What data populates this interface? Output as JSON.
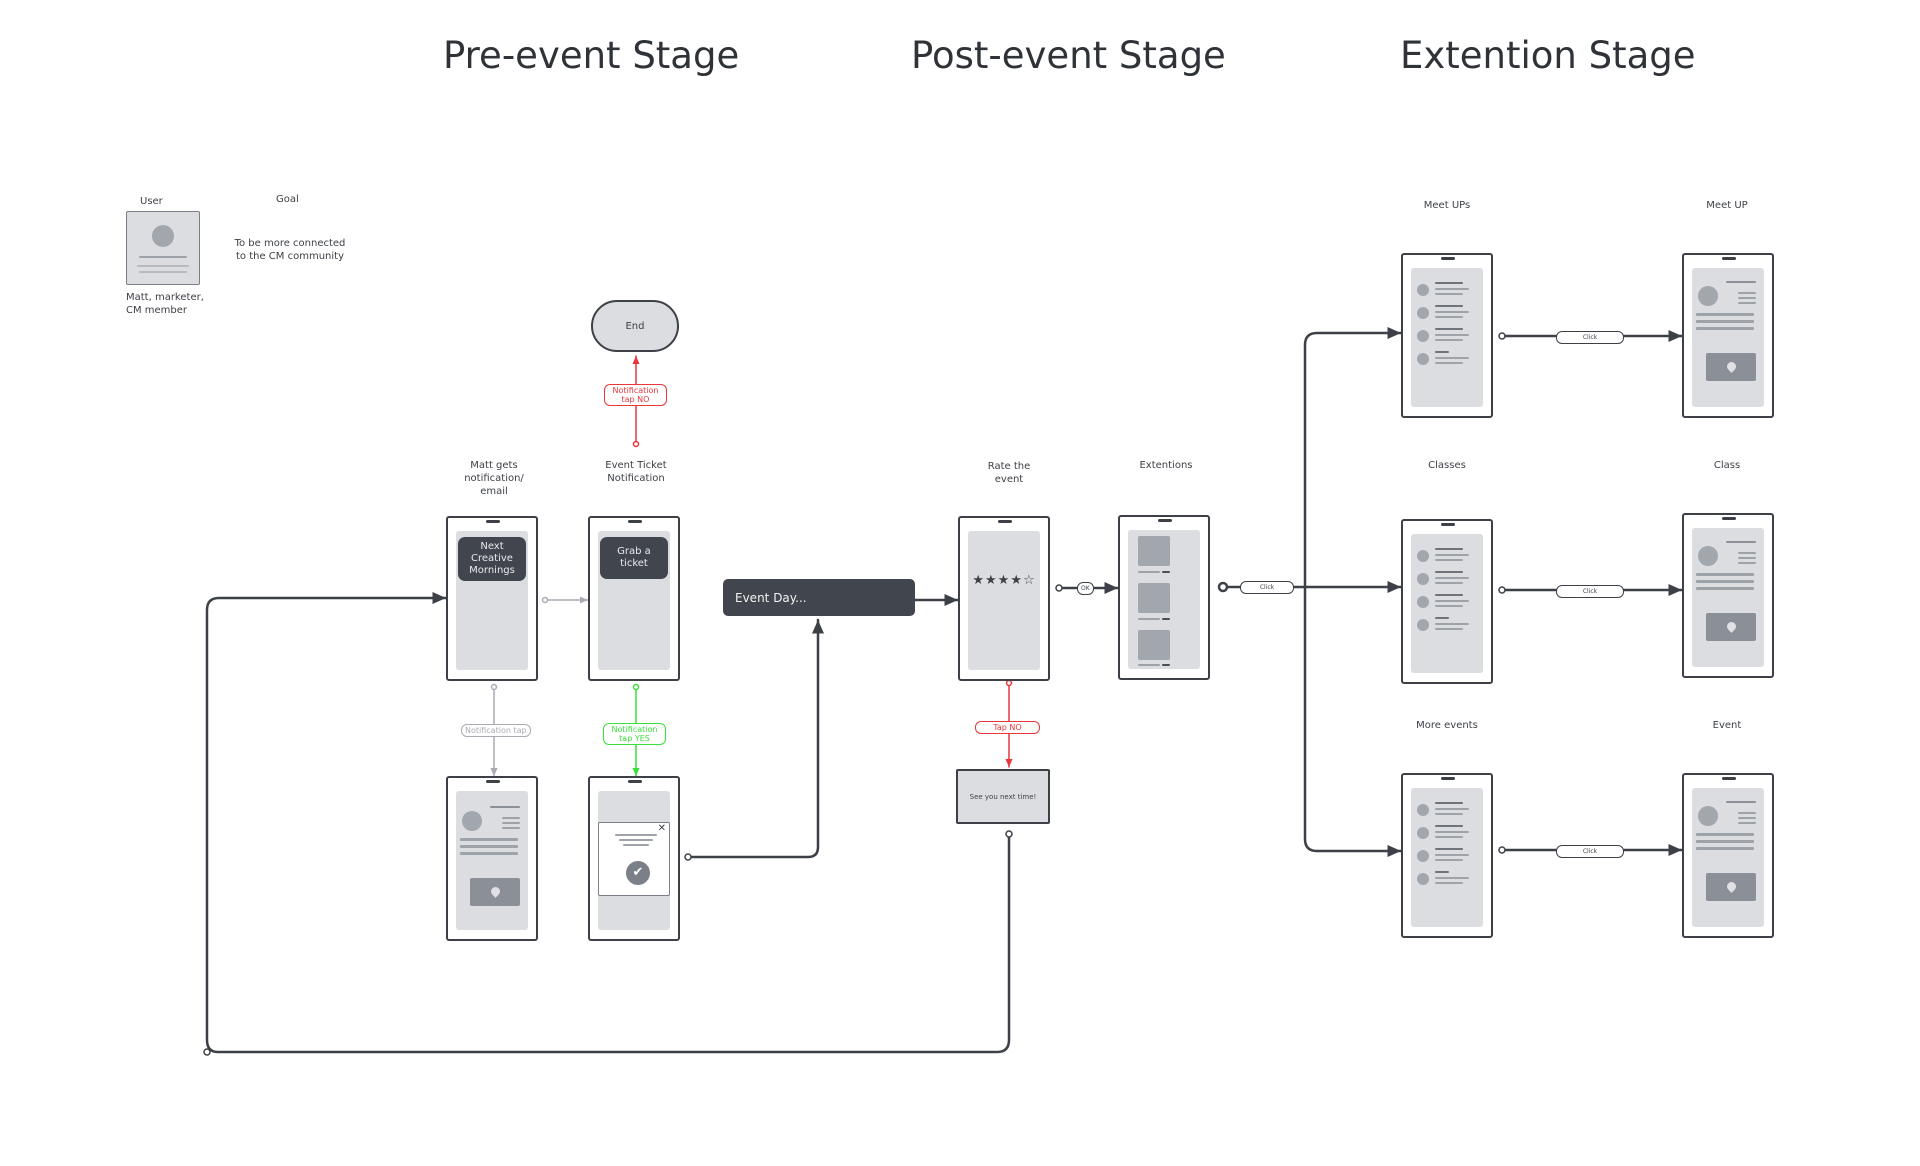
{
  "stages": {
    "pre_event": "Pre-event Stage",
    "post_event": "Post-event Stage",
    "extension": "Extention Stage"
  },
  "persona": {
    "user_label": "User",
    "goal_label": "Goal",
    "goal_text": "To be more connected to the CM community",
    "user_desc": "Matt, marketer, CM member"
  },
  "nodes": {
    "end": "End",
    "matt_gets": "Matt gets notification/ email",
    "ticket_notification": "Event Ticket Notification",
    "next_cm_button": "Next Creative Mornings",
    "grab_ticket_button": "Grab a ticket",
    "event_day": "Event Day...",
    "rate_event": "Rate the event",
    "extentions": "Extentions",
    "see_you": "See you next time!",
    "meet_ups": "Meet UPs",
    "meet_up": "Meet UP",
    "classes": "Classes",
    "class": "Class",
    "more_events": "More events",
    "event": "Event"
  },
  "connectors": {
    "notification_tap_no": "Notification tap NO",
    "notification_tap": "Notification tap",
    "notification_tap_yes": "Notification tap YES",
    "tap_no": "Tap NO",
    "ok": "OK",
    "click": "Click"
  },
  "rating_stars": "★★★★☆",
  "colors": {
    "line": "#3d4147",
    "no_red": "#e8363b",
    "yes_green": "#3adf3a",
    "neutral_gray": "#a8acb2",
    "screen": "#dcdde0",
    "dark_button": "#41464e"
  }
}
